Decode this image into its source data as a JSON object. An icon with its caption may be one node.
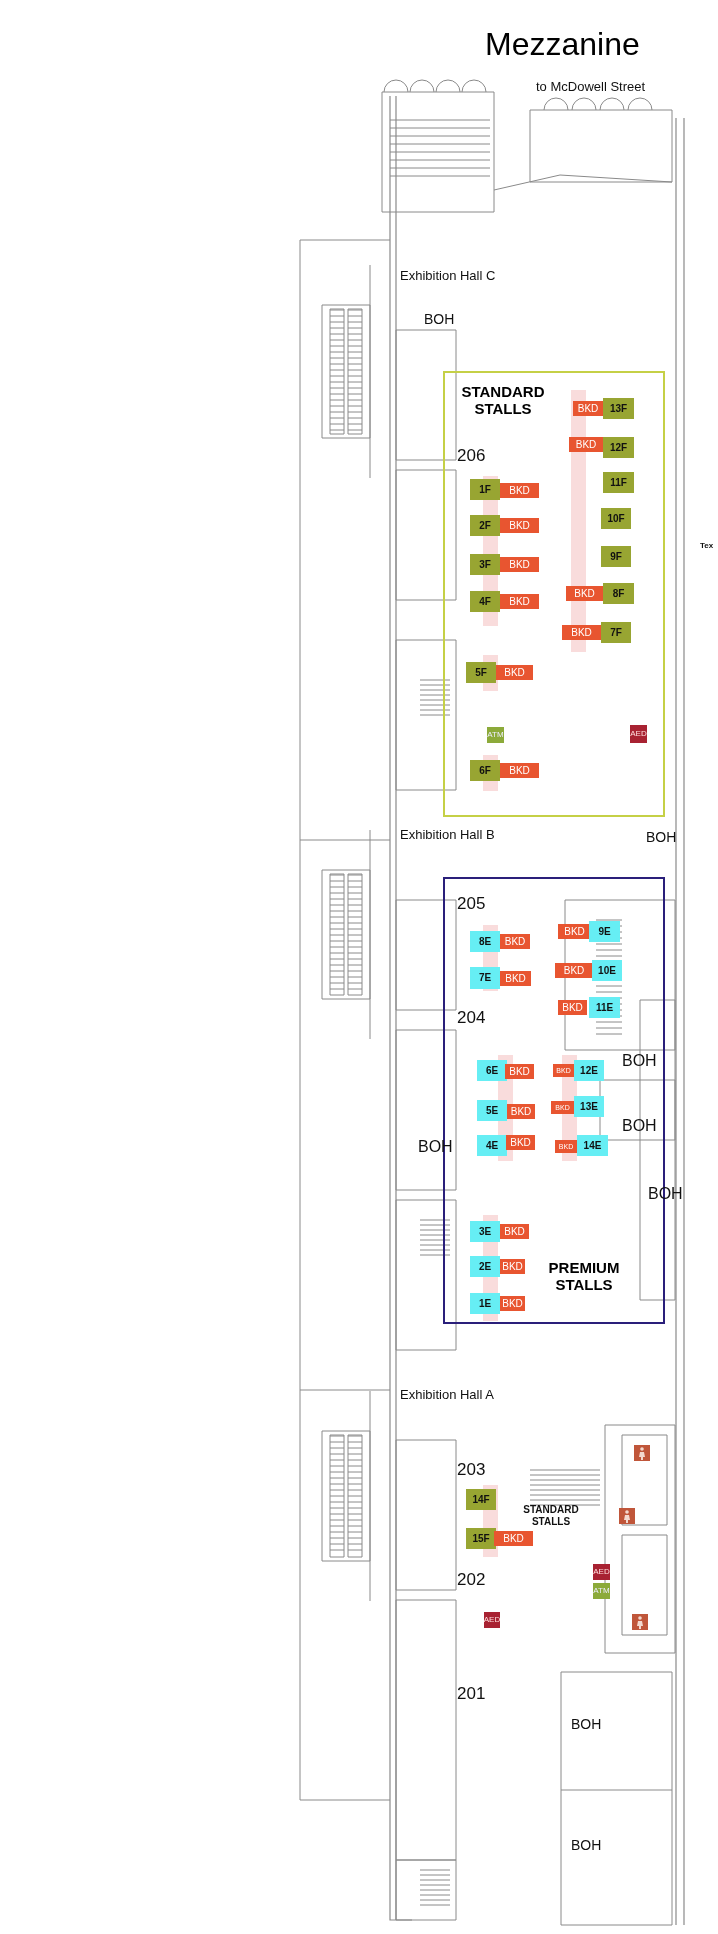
{
  "diagram": {
    "title": "Mezzanine",
    "nodes": [
      {
        "text": [
          "STANDARD STALLS"
        ]
      },
      {
        "text": [
          "BKD"
        ],
        "in": 0
      },
      {
        "text": [
          "13F"
        ],
        "in": 0
      },
      {
        "text": [
          "BKD"
        ],
        "in": 0
      },
      {
        "text": [
          "12F"
        ],
        "in": 0
      },
      {
        "text": [
          "1F"
        ],
        "in": 0
      },
      {
        "text": [
          "BKD"
        ],
        "in": 0
      },
      {
        "text": [
          "11F"
        ],
        "in": 0
      },
      {
        "text": [
          "2F"
        ],
        "in": 0
      },
      {
        "text": [
          "BKD"
        ],
        "in": 0
      },
      {
        "text": [
          "10F"
        ],
        "in": 0
      },
      {
        "text": [
          "3F"
        ],
        "in": 0
      },
      {
        "text": [
          "BKD"
        ],
        "in": 0
      },
      {
        "text": [
          "9F"
        ],
        "in": 0
      },
      {
        "text": [
          "BKD"
        ],
        "in": 0
      },
      {
        "text": [
          "8F"
        ],
        "in": 0
      },
      {
        "text": [
          "4F"
        ],
        "in": 0
      },
      {
        "text": [
          "BKD"
        ],
        "in": 0
      },
      {
        "text": [
          "BKD"
        ],
        "in": 0
      },
      {
        "text": [
          "7F"
        ],
        "in": 0
      },
      {
        "text": [
          "5F"
        ],
        "in": 0
      },
      {
        "text": [
          "BKD"
        ],
        "in": 0
      },
      {
        "text": [
          "ATM"
        ],
        "in": 0
      },
      {
        "text": [
          "AED"
        ],
        "in": 0
      },
      {
        "text": [
          "6F"
        ],
        "in": 0
      },
      {
        "text": [
          "BKD"
        ],
        "in": 0
      },
      {
        "text": [
          "PREMIUM STALLS"
        ]
      },
      {
        "text": [
          "BKD"
        ],
        "in": 26
      },
      {
        "text": [
          "9E"
        ],
        "in": 26
      },
      {
        "text": [
          "8E"
        ],
        "in": 26
      },
      {
        "text": [
          "BKD"
        ],
        "in": 26
      },
      {
        "text": [
          "BKD"
        ],
        "in": 26
      },
      {
        "text": [
          "10E"
        ],
        "in": 26
      },
      {
        "text": [
          "7E"
        ],
        "in": 26
      },
      {
        "text": [
          "BKD"
        ],
        "in": 26
      },
      {
        "text": [
          "BKD"
        ],
        "in": 26
      },
      {
        "text": [
          "11E"
        ],
        "in": 26
      },
      {
        "text": [
          "6E"
        ],
        "in": 26
      },
      {
        "text": [
          "BKD"
        ],
        "in": 26
      },
      {
        "text": [
          "BKD"
        ],
        "in": 26
      },
      {
        "text": [
          "12E"
        ],
        "in": 26
      },
      {
        "text": [
          "5E"
        ],
        "in": 26
      },
      {
        "text": [
          "BKD"
        ],
        "in": 26
      },
      {
        "text": [
          "BKD"
        ],
        "in": 26
      },
      {
        "text": [
          "13E"
        ],
        "in": 26
      },
      {
        "text": [
          "4E"
        ],
        "in": 26
      },
      {
        "text": [
          "BKD"
        ],
        "in": 26
      },
      {
        "text": [
          "BKD"
        ],
        "in": 26
      },
      {
        "text": [
          "14E"
        ],
        "in": 26
      },
      {
        "text": [
          "3E"
        ],
        "in": 26
      },
      {
        "text": [
          "BKD"
        ],
        "in": 26
      },
      {
        "text": [
          "2E"
        ],
        "in": 26
      },
      {
        "text": [
          "BKD"
        ],
        "in": 26
      },
      {
        "text": [
          "1E"
        ],
        "in": 26
      },
      {
        "text": [
          "BKD"
        ],
        "in": 26
      },
      {
        "text": [
          "14F"
        ]
      },
      {
        "text": [
          "15F"
        ]
      },
      {
        "text": [
          "BKD"
        ]
      },
      {
        "text": [
          "AED"
        ]
      },
      {
        "text": [
          "ATM"
        ]
      },
      {
        "text": [
          "AED"
        ]
      }
    ],
    "labels": [
      "to McDowell Street",
      "Exhibition Hall C",
      "BOH",
      "206",
      "Tex",
      "Exhibition Hall B",
      "BOH",
      "205",
      "204",
      "BOH",
      "BOH",
      "BOH",
      "BOH",
      "Exhibition Hall A",
      "203",
      "STANDARD STALLS",
      "202",
      "201",
      "BOH",
      "BOH"
    ]
  }
}
